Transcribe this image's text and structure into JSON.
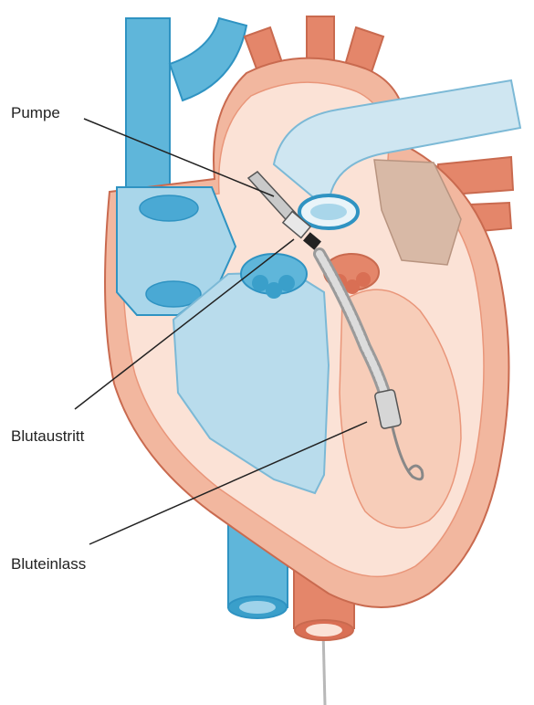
{
  "labels": {
    "pump": "Pumpe",
    "blood_outlet": "Blutaustritt",
    "blood_inlet": "Bluteinlass"
  },
  "colors": {
    "vein_blue": "#5fb6da",
    "vein_dark": "#2f93c2",
    "artery_red": "#e4866a",
    "heart_outer": "#f2b79f",
    "heart_inner": "#fbe2d6",
    "chamber_blue": "#b9dcec",
    "muscle_dark": "#e9967a",
    "line": "#222222"
  }
}
